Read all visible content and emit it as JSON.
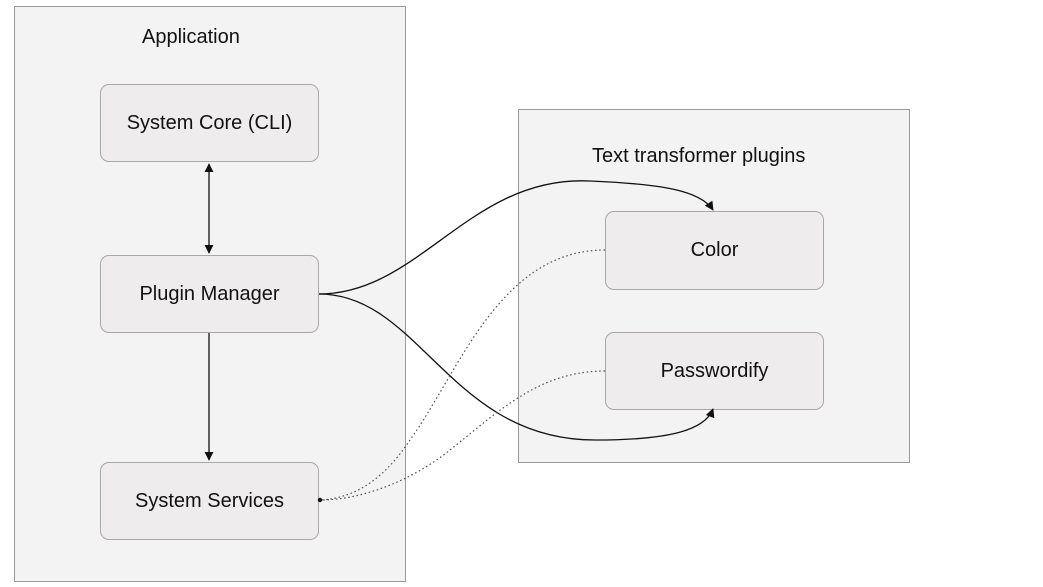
{
  "groups": {
    "application": {
      "label": "Application"
    },
    "plugins": {
      "label": "Text transformer plugins"
    }
  },
  "nodes": {
    "system_core": "System Core (CLI)",
    "plugin_manager": "Plugin Manager",
    "system_services": "System Services",
    "color": "Color",
    "passwordify": "Passwordify"
  },
  "edges": [
    {
      "from": "System Core (CLI)",
      "to": "Plugin Manager",
      "style": "solid",
      "arrow": "both"
    },
    {
      "from": "Plugin Manager",
      "to": "System Services",
      "style": "solid",
      "arrow": "end"
    },
    {
      "from": "Plugin Manager",
      "to": "Color",
      "style": "solid",
      "arrow": "end"
    },
    {
      "from": "Plugin Manager",
      "to": "Passwordify",
      "style": "solid",
      "arrow": "end"
    },
    {
      "from": "Color",
      "to": "System Services",
      "style": "dotted",
      "arrow": "dot"
    },
    {
      "from": "Passwordify",
      "to": "System Services",
      "style": "dotted",
      "arrow": "dot"
    }
  ],
  "colors": {
    "group_fill": "#f3f3f3",
    "node_fill": "#eeecec",
    "border": "#9a9a9a",
    "line": "#111111"
  }
}
